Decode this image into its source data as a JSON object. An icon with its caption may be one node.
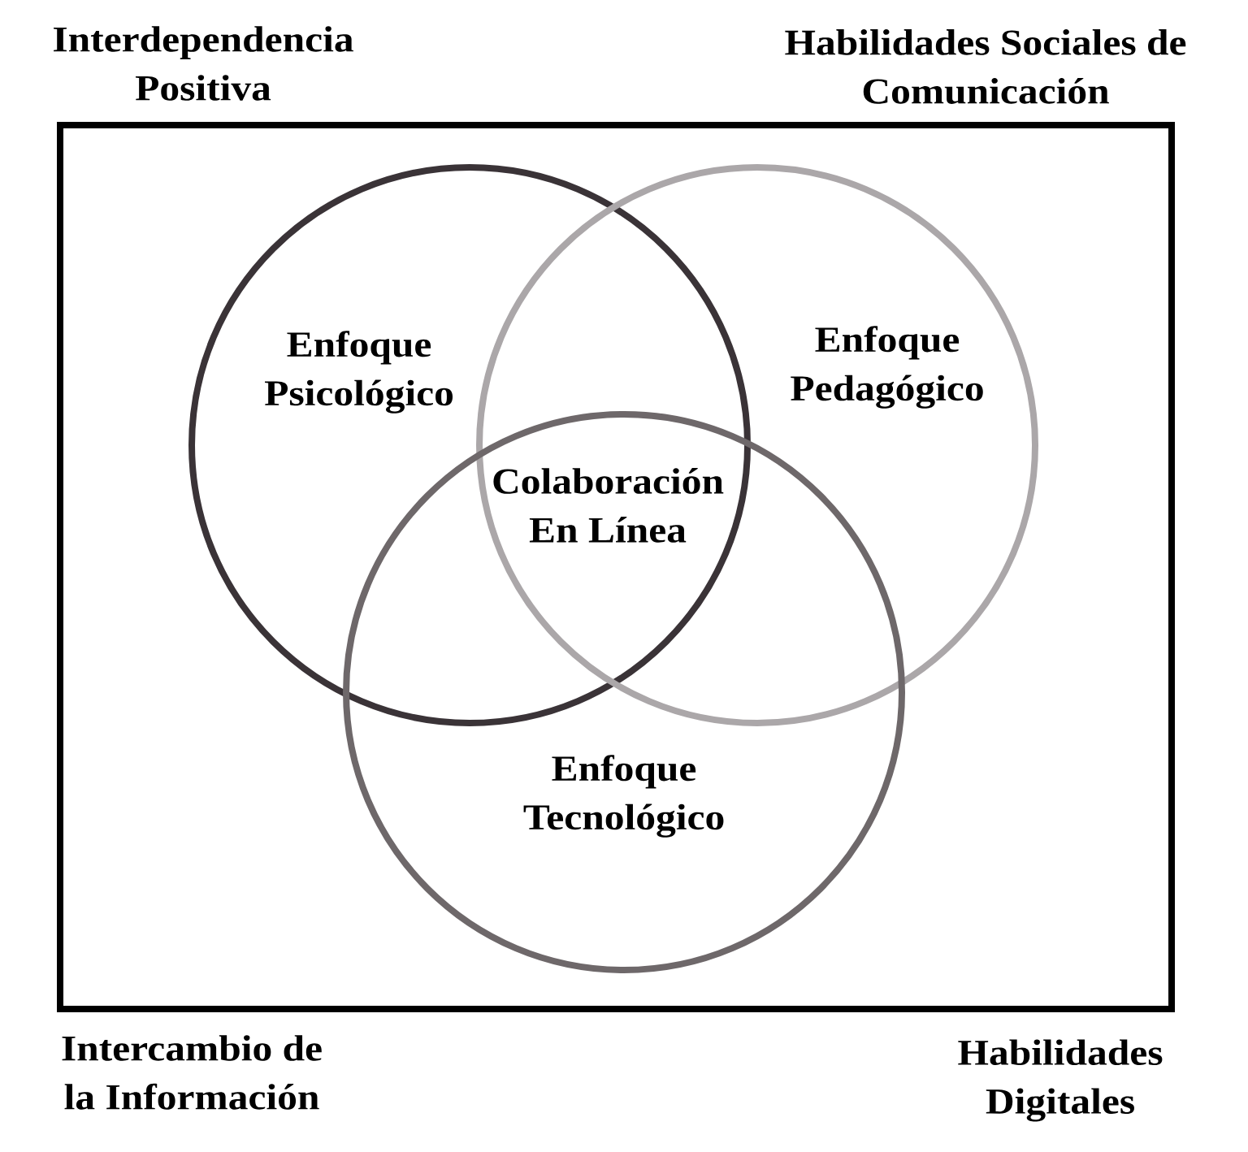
{
  "diagram": {
    "nodes": [
      {
        "text": [],
        "shape": "box"
      },
      {
        "text": [
          "Enfoque Psicológico"
        ],
        "in": 0
      },
      {
        "text": [
          "Enfoque Pedagógico"
        ],
        "in": 0
      },
      {
        "text": [
          "Enfoque Tecnológico"
        ],
        "in": 0
      }
    ],
    "labels": [
      "Interdependencia Positiva",
      "Habilidades Sociales de Comunicación",
      "Colaboración En Línea",
      "Intercambio de la Información",
      "Habilidades Digitales"
    ]
  }
}
